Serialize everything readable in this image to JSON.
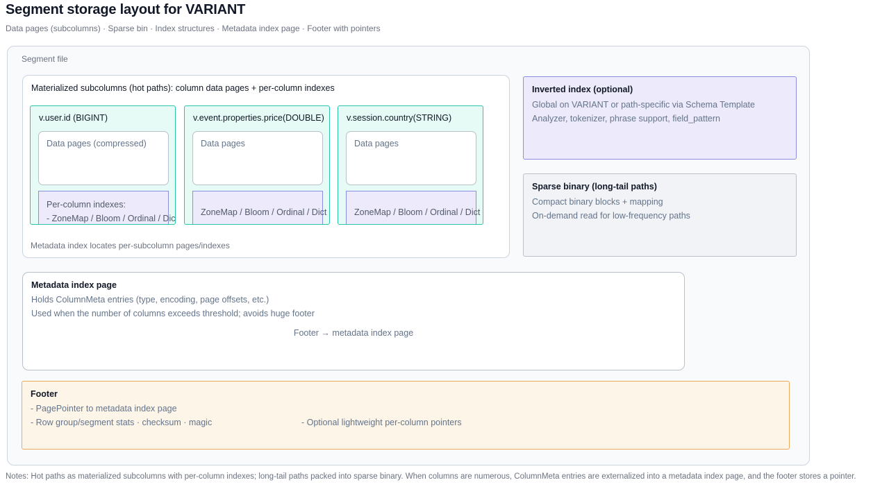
{
  "header": {
    "title": "Segment storage layout for VARIANT",
    "subtitle": "Data pages (subcolumns) · Sparse bin · Index structures · Metadata index page · Footer with pointers"
  },
  "segment_file": {
    "label": "Segment file"
  },
  "materialized_group": {
    "title": "Materialized subcolumns (hot paths): column data pages + per-column indexes",
    "footnote": "Metadata index locates per-subcolumn pages/indexes",
    "subcolumns": [
      {
        "title": "v.user.id (BIGINT)",
        "data_pages_label": "Data pages (compressed)",
        "index_lines": [
          "Per-column indexes:",
          "- ZoneMap / Bloom / Ordinal / Dict"
        ]
      },
      {
        "title": "v.event.properties.price(DOUBLE)",
        "data_pages_label": "Data pages",
        "index_lines": [
          "ZoneMap / Bloom / Ordinal / Dict"
        ]
      },
      {
        "title": "v.session.country(STRING)",
        "data_pages_label": "Data pages",
        "index_lines": [
          "ZoneMap / Bloom / Ordinal / Dict"
        ]
      }
    ]
  },
  "side_panels": {
    "inverted_index": {
      "title": "Inverted index (optional)",
      "line1": "Global on VARIANT or path-specific via Schema Template",
      "line2": "Analyzer, tokenizer, phrase support, field_pattern"
    },
    "sparse_binary": {
      "title": "Sparse binary (long-tail paths)",
      "line1": "Compact binary blocks + mapping",
      "line2": "On-demand read for low-frequency paths"
    }
  },
  "metadata_index_page": {
    "title": "Metadata index page",
    "line1": "Holds ColumnMeta entries (type, encoding, page offsets, etc.)",
    "line2": "Used when the number of columns exceeds threshold; avoids huge footer",
    "pointer_label": "Footer → metadata index page"
  },
  "footer": {
    "title": "Footer",
    "line1": "- PagePointer to metadata index page",
    "line2": "- Row group/segment stats · checksum · magic",
    "line3": "- Optional lightweight per-column pointers"
  },
  "notes": "Notes: Hot paths as materialized subcolumns with per-column indexes; long-tail paths packed into sparse binary. When columns are numerous, ColumnMeta entries are externalized into a metadata index page, and the footer stores a pointer.",
  "colors": {
    "subcolumn_border": "#2bc4a8",
    "subcolumn_fill": "#e6fbf5",
    "index_border": "#8b8ee0",
    "index_fill": "#eceafb",
    "footer_border": "#e8ab5e",
    "footer_fill": "#fdf5e8",
    "card_fill": "#f8fafc"
  }
}
